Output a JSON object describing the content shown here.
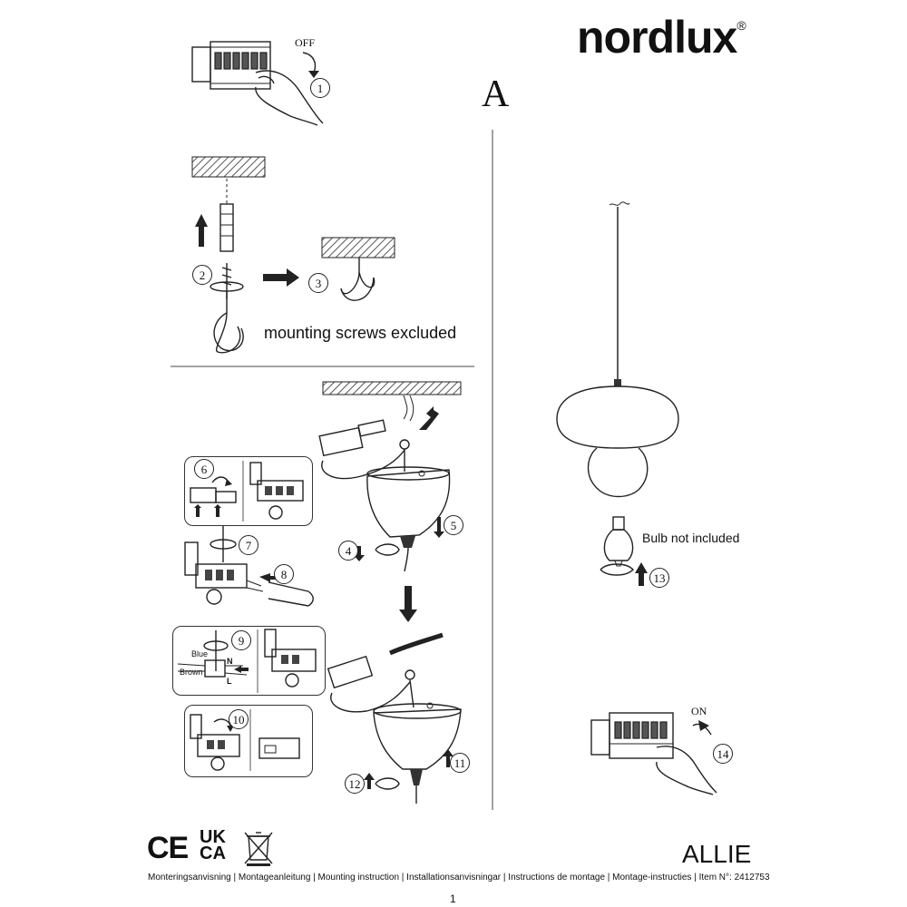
{
  "brand": {
    "logo_text": "nordlux",
    "registered_mark": "®"
  },
  "section_a_label": "A",
  "power": {
    "off_label": "OFF",
    "on_label": "ON"
  },
  "steps": [
    "1",
    "2",
    "3",
    "4",
    "5",
    "6",
    "7",
    "8",
    "9",
    "10",
    "11",
    "12",
    "13",
    "14"
  ],
  "notes": {
    "mounting_screws": "mounting screws excluded",
    "bulb_not_included": "Bulb not included"
  },
  "wiring": {
    "blue_label": "Blue",
    "brown_label": "Brown",
    "n_label": "N",
    "l_label": "L"
  },
  "certifications": {
    "ce": "CE",
    "ukca_top": "UK",
    "ukca_bottom": "CA"
  },
  "product": {
    "name": "ALLIE"
  },
  "footer": {
    "languages": "Monteringsanvisning | Montageanleitung | Mounting instruction | Installationsanvisningar | Instructions de montage | Montage-instructies | Item N°: 2412753",
    "page_number": "1"
  }
}
